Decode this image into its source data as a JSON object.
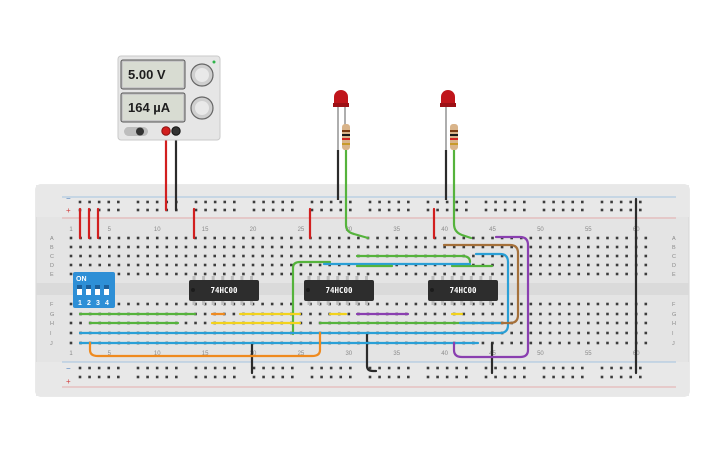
{
  "power_supply": {
    "voltage_display": "5.00 V",
    "current_display": "164 µA"
  },
  "chips": [
    {
      "label": "74HC00"
    },
    {
      "label": "74HC00"
    },
    {
      "label": "74HC00"
    }
  ],
  "dip_switch": {
    "label": "ON",
    "switch_numbers": [
      "1",
      "2",
      "3",
      "4"
    ]
  },
  "breadboard": {
    "column_numbers": [
      "1",
      "5",
      "10",
      "15",
      "20",
      "25",
      "30",
      "35",
      "40",
      "45",
      "50",
      "55",
      "60"
    ],
    "row_letters_top": [
      "A",
      "B",
      "C",
      "D",
      "E"
    ],
    "row_letters_bottom": [
      "F",
      "G",
      "H",
      "I",
      "J"
    ],
    "rail_plus": "+",
    "rail_minus": "−"
  },
  "leds": [
    {
      "color": "#c0151b"
    },
    {
      "color": "#c0151b"
    }
  ],
  "wire_colors": {
    "red": "#d21f1f",
    "black": "#2b2b2b",
    "green": "#55b33c",
    "blue": "#2a9fd6",
    "yellow": "#f2d21b",
    "orange": "#ef8a1f",
    "purple": "#8a3fb0",
    "brown": "#a5703a"
  }
}
